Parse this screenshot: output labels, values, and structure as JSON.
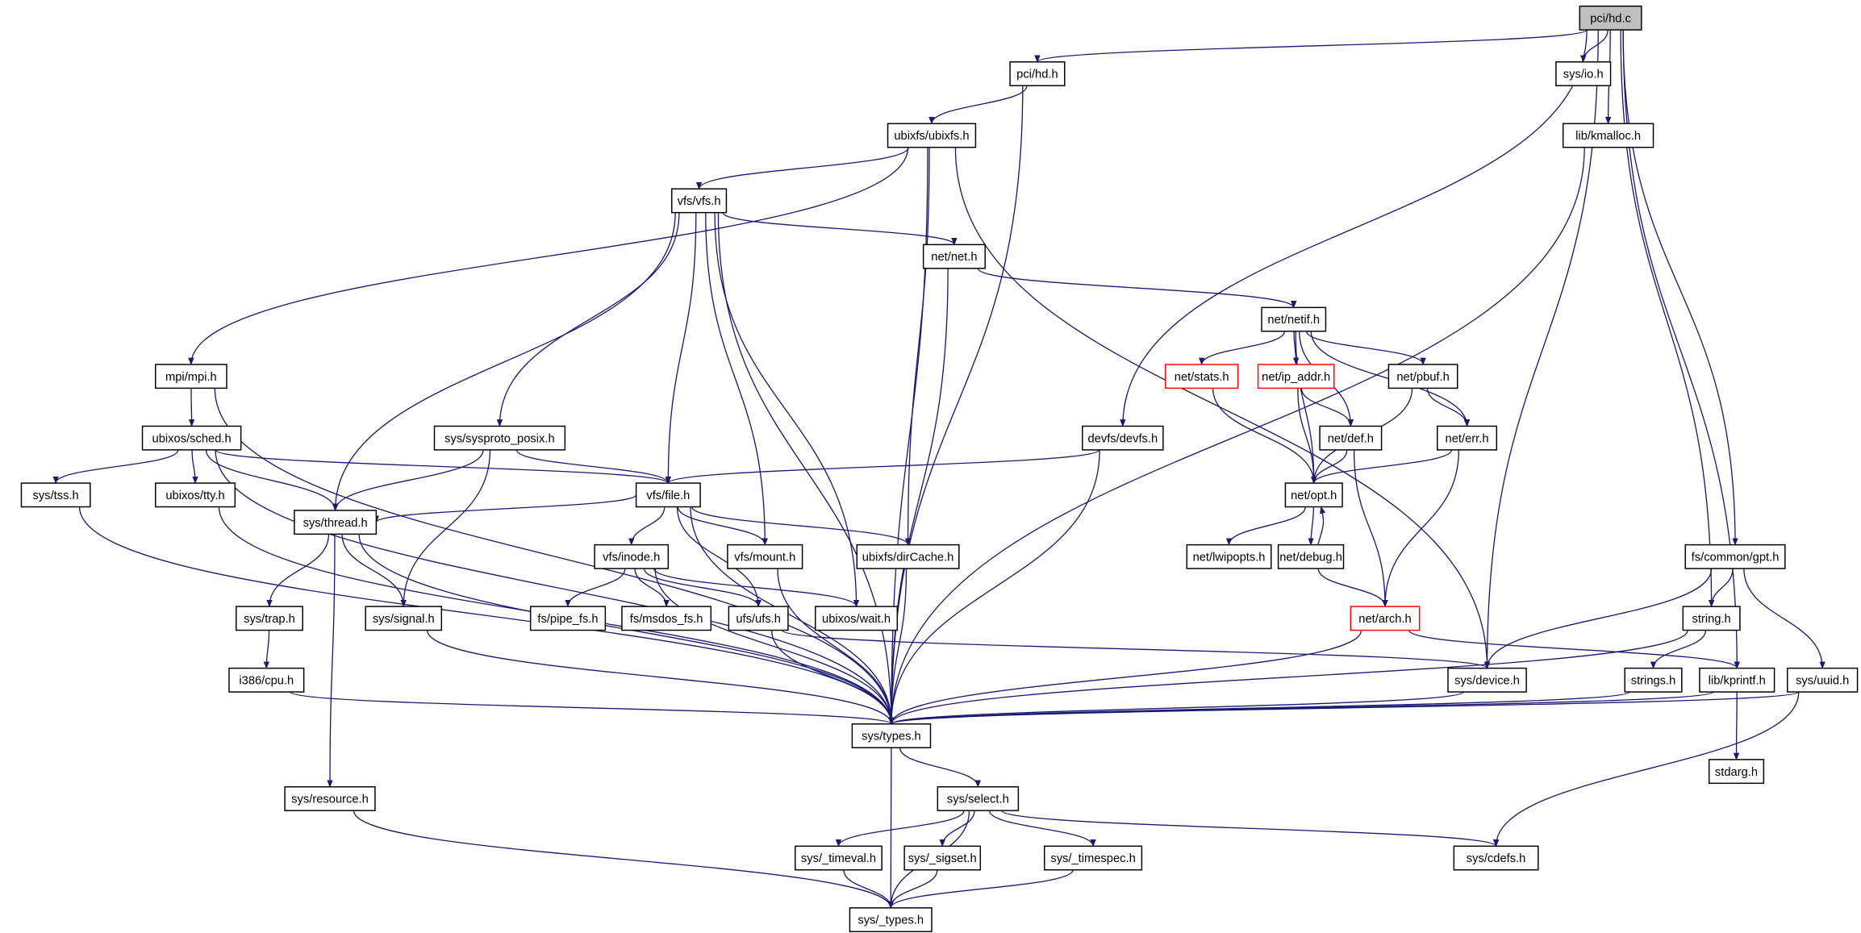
{
  "graph": {
    "edge_color": "#191970",
    "root_fill": "#bfbfbf",
    "nodes": [
      {
        "id": "pci/hd.c",
        "label": "pci/hd.c",
        "root": true,
        "border": "#000000"
      },
      {
        "id": "pci/hd.h",
        "label": "pci/hd.h",
        "border": "#000000"
      },
      {
        "id": "sys/io.h",
        "label": "sys/io.h",
        "border": "#000000"
      },
      {
        "id": "lib/kmalloc.h",
        "label": "lib/kmalloc.h",
        "border": "#000000"
      },
      {
        "id": "ubixfs/ubixfs.h",
        "label": "ubixfs/ubixfs.h",
        "border": "#000000"
      },
      {
        "id": "vfs/vfs.h",
        "label": "vfs/vfs.h",
        "border": "#000000"
      },
      {
        "id": "net/net.h",
        "label": "net/net.h",
        "border": "#000000"
      },
      {
        "id": "net/netif.h",
        "label": "net/netif.h",
        "border": "#000000"
      },
      {
        "id": "mpi/mpi.h",
        "label": "mpi/mpi.h",
        "border": "#000000"
      },
      {
        "id": "net/stats.h",
        "label": "net/stats.h",
        "border": "#ff0000"
      },
      {
        "id": "net/ip_addr.h",
        "label": "net/ip_addr.h",
        "border": "#ff0000"
      },
      {
        "id": "net/pbuf.h",
        "label": "net/pbuf.h",
        "border": "#000000"
      },
      {
        "id": "ubixos/sched.h",
        "label": "ubixos/sched.h",
        "border": "#000000"
      },
      {
        "id": "sys/sysproto_posix.h",
        "label": "sys/sysproto_posix.h",
        "border": "#000000"
      },
      {
        "id": "devfs/devfs.h",
        "label": "devfs/devfs.h",
        "border": "#000000"
      },
      {
        "id": "net/def.h",
        "label": "net/def.h",
        "border": "#000000"
      },
      {
        "id": "net/err.h",
        "label": "net/err.h",
        "border": "#000000"
      },
      {
        "id": "sys/tss.h",
        "label": "sys/tss.h",
        "border": "#000000"
      },
      {
        "id": "ubixos/tty.h",
        "label": "ubixos/tty.h",
        "border": "#000000"
      },
      {
        "id": "vfs/file.h",
        "label": "vfs/file.h",
        "border": "#000000"
      },
      {
        "id": "net/opt.h",
        "label": "net/opt.h",
        "border": "#000000"
      },
      {
        "id": "sys/thread.h",
        "label": "sys/thread.h",
        "border": "#000000"
      },
      {
        "id": "vfs/inode.h",
        "label": "vfs/inode.h",
        "border": "#000000"
      },
      {
        "id": "vfs/mount.h",
        "label": "vfs/mount.h",
        "border": "#000000"
      },
      {
        "id": "ubixfs/dirCache.h",
        "label": "ubixfs/dirCache.h",
        "border": "#000000"
      },
      {
        "id": "net/lwipopts.h",
        "label": "net/lwipopts.h",
        "border": "#000000"
      },
      {
        "id": "net/debug.h",
        "label": "net/debug.h",
        "border": "#000000"
      },
      {
        "id": "fs/common/gpt.h",
        "label": "fs/common/gpt.h",
        "border": "#000000"
      },
      {
        "id": "sys/trap.h",
        "label": "sys/trap.h",
        "border": "#000000"
      },
      {
        "id": "sys/signal.h",
        "label": "sys/signal.h",
        "border": "#000000"
      },
      {
        "id": "fs/pipe_fs.h",
        "label": "fs/pipe_fs.h",
        "border": "#000000"
      },
      {
        "id": "fs/msdos_fs.h",
        "label": "fs/msdos_fs.h",
        "border": "#000000"
      },
      {
        "id": "ufs/ufs.h",
        "label": "ufs/ufs.h",
        "border": "#000000"
      },
      {
        "id": "ubixos/wait.h",
        "label": "ubixos/wait.h",
        "border": "#000000"
      },
      {
        "id": "net/arch.h",
        "label": "net/arch.h",
        "border": "#ff0000"
      },
      {
        "id": "string.h",
        "label": "string.h",
        "border": "#000000"
      },
      {
        "id": "i386/cpu.h",
        "label": "i386/cpu.h",
        "border": "#000000"
      },
      {
        "id": "sys/device.h",
        "label": "sys/device.h",
        "border": "#000000"
      },
      {
        "id": "strings.h",
        "label": "strings.h",
        "border": "#000000"
      },
      {
        "id": "lib/kprintf.h",
        "label": "lib/kprintf.h",
        "border": "#000000"
      },
      {
        "id": "sys/uuid.h",
        "label": "sys/uuid.h",
        "border": "#000000"
      },
      {
        "id": "sys/types.h",
        "label": "sys/types.h",
        "border": "#000000"
      },
      {
        "id": "stdarg.h",
        "label": "stdarg.h",
        "border": "#000000"
      },
      {
        "id": "sys/resource.h",
        "label": "sys/resource.h",
        "border": "#000000"
      },
      {
        "id": "sys/select.h",
        "label": "sys/select.h",
        "border": "#000000"
      },
      {
        "id": "sys/cdefs.h",
        "label": "sys/cdefs.h",
        "border": "#000000"
      },
      {
        "id": "sys/_timeval.h",
        "label": "sys/_timeval.h",
        "border": "#000000"
      },
      {
        "id": "sys/_sigset.h",
        "label": "sys/_sigset.h",
        "border": "#000000"
      },
      {
        "id": "sys/_timespec.h",
        "label": "sys/_timespec.h",
        "border": "#000000"
      },
      {
        "id": "sys/_types.h",
        "label": "sys/_types.h",
        "border": "#000000"
      }
    ],
    "edges": [
      [
        "pci/hd.c",
        "pci/hd.h"
      ],
      [
        "pci/hd.c",
        "sys/io.h"
      ],
      [
        "pci/hd.c",
        "lib/kmalloc.h"
      ],
      [
        "pci/hd.c",
        "devfs/devfs.h"
      ],
      [
        "pci/hd.c",
        "sys/device.h"
      ],
      [
        "pci/hd.c",
        "string.h"
      ],
      [
        "pci/hd.c",
        "fs/common/gpt.h"
      ],
      [
        "pci/hd.c",
        "lib/kprintf.h"
      ],
      [
        "pci/hd.h",
        "ubixfs/ubixfs.h"
      ],
      [
        "pci/hd.h",
        "sys/types.h"
      ],
      [
        "lib/kmalloc.h",
        "sys/types.h"
      ],
      [
        "ubixfs/ubixfs.h",
        "vfs/vfs.h"
      ],
      [
        "ubixfs/ubixfs.h",
        "mpi/mpi.h"
      ],
      [
        "ubixfs/ubixfs.h",
        "ubixfs/dirCache.h"
      ],
      [
        "ubixfs/ubixfs.h",
        "sys/types.h"
      ],
      [
        "ubixfs/ubixfs.h",
        "sys/device.h"
      ],
      [
        "vfs/vfs.h",
        "net/net.h"
      ],
      [
        "vfs/vfs.h",
        "sys/thread.h"
      ],
      [
        "vfs/vfs.h",
        "sys/sysproto_posix.h"
      ],
      [
        "vfs/vfs.h",
        "vfs/file.h"
      ],
      [
        "vfs/vfs.h",
        "vfs/mount.h"
      ],
      [
        "vfs/vfs.h",
        "ubixos/wait.h"
      ],
      [
        "vfs/vfs.h",
        "sys/types.h"
      ],
      [
        "net/net.h",
        "net/netif.h"
      ],
      [
        "net/net.h",
        "sys/types.h"
      ],
      [
        "net/netif.h",
        "net/stats.h"
      ],
      [
        "net/netif.h",
        "net/ip_addr.h"
      ],
      [
        "net/netif.h",
        "net/pbuf.h"
      ],
      [
        "net/netif.h",
        "net/def.h"
      ],
      [
        "net/netif.h",
        "net/err.h"
      ],
      [
        "net/netif.h",
        "net/opt.h"
      ],
      [
        "net/stats.h",
        "net/opt.h"
      ],
      [
        "net/ip_addr.h",
        "net/def.h"
      ],
      [
        "net/ip_addr.h",
        "net/opt.h"
      ],
      [
        "net/pbuf.h",
        "net/err.h"
      ],
      [
        "net/pbuf.h",
        "net/opt.h"
      ],
      [
        "net/def.h",
        "net/opt.h"
      ],
      [
        "net/def.h",
        "net/arch.h"
      ],
      [
        "net/err.h",
        "net/opt.h"
      ],
      [
        "net/err.h",
        "net/arch.h"
      ],
      [
        "net/opt.h",
        "net/lwipopts.h"
      ],
      [
        "net/opt.h",
        "net/debug.h"
      ],
      [
        "net/debug.h",
        "net/opt.h"
      ],
      [
        "net/debug.h",
        "net/arch.h"
      ],
      [
        "net/arch.h",
        "sys/types.h"
      ],
      [
        "net/arch.h",
        "lib/kprintf.h"
      ],
      [
        "mpi/mpi.h",
        "ubixos/sched.h"
      ],
      [
        "mpi/mpi.h",
        "sys/types.h"
      ],
      [
        "ubixos/sched.h",
        "sys/tss.h"
      ],
      [
        "ubixos/sched.h",
        "ubixos/tty.h"
      ],
      [
        "ubixos/sched.h",
        "sys/thread.h"
      ],
      [
        "ubixos/sched.h",
        "vfs/file.h"
      ],
      [
        "ubixos/sched.h",
        "sys/types.h"
      ],
      [
        "sys/sysproto_posix.h",
        "sys/thread.h"
      ],
      [
        "sys/sysproto_posix.h",
        "sys/signal.h"
      ],
      [
        "sys/sysproto_posix.h",
        "vfs/file.h"
      ],
      [
        "devfs/devfs.h",
        "vfs/file.h"
      ],
      [
        "devfs/devfs.h",
        "sys/types.h"
      ],
      [
        "sys/tss.h",
        "sys/types.h"
      ],
      [
        "ubixos/tty.h",
        "sys/types.h"
      ],
      [
        "vfs/file.h",
        "sys/thread.h"
      ],
      [
        "vfs/file.h",
        "vfs/inode.h"
      ],
      [
        "vfs/file.h",
        "vfs/mount.h"
      ],
      [
        "vfs/file.h",
        "ubixfs/dirCache.h"
      ],
      [
        "vfs/file.h",
        "ufs/ufs.h"
      ],
      [
        "vfs/file.h",
        "sys/types.h"
      ],
      [
        "sys/thread.h",
        "sys/trap.h"
      ],
      [
        "sys/thread.h",
        "sys/signal.h"
      ],
      [
        "sys/thread.h",
        "sys/resource.h"
      ],
      [
        "sys/thread.h",
        "sys/types.h"
      ],
      [
        "vfs/inode.h",
        "fs/pipe_fs.h"
      ],
      [
        "vfs/inode.h",
        "fs/msdos_fs.h"
      ],
      [
        "vfs/inode.h",
        "ufs/ufs.h"
      ],
      [
        "vfs/inode.h",
        "ubixos/wait.h"
      ],
      [
        "vfs/inode.h",
        "sys/types.h"
      ],
      [
        "vfs/mount.h",
        "sys/types.h"
      ],
      [
        "ubixfs/dirCache.h",
        "sys/types.h"
      ],
      [
        "ufs/ufs.h",
        "sys/types.h"
      ],
      [
        "ufs/ufs.h",
        "sys/device.h"
      ],
      [
        "sys/trap.h",
        "i386/cpu.h"
      ],
      [
        "i386/cpu.h",
        "sys/types.h"
      ],
      [
        "sys/signal.h",
        "sys/types.h"
      ],
      [
        "fs/common/gpt.h",
        "sys/device.h"
      ],
      [
        "fs/common/gpt.h",
        "string.h"
      ],
      [
        "fs/common/gpt.h",
        "sys/uuid.h"
      ],
      [
        "string.h",
        "strings.h"
      ],
      [
        "string.h",
        "sys/types.h"
      ],
      [
        "sys/device.h",
        "sys/types.h"
      ],
      [
        "strings.h",
        "sys/types.h"
      ],
      [
        "lib/kprintf.h",
        "sys/types.h"
      ],
      [
        "lib/kprintf.h",
        "stdarg.h"
      ],
      [
        "sys/uuid.h",
        "sys/types.h"
      ],
      [
        "sys/uuid.h",
        "sys/cdefs.h"
      ],
      [
        "sys/types.h",
        "sys/select.h"
      ],
      [
        "sys/types.h",
        "sys/_types.h"
      ],
      [
        "sys/select.h",
        "sys/_timeval.h"
      ],
      [
        "sys/select.h",
        "sys/_sigset.h"
      ],
      [
        "sys/select.h",
        "sys/_timespec.h"
      ],
      [
        "sys/select.h",
        "sys/cdefs.h"
      ],
      [
        "sys/select.h",
        "sys/_types.h"
      ],
      [
        "sys/_timeval.h",
        "sys/_types.h"
      ],
      [
        "sys/_sigset.h",
        "sys/_types.h"
      ],
      [
        "sys/_timespec.h",
        "sys/_types.h"
      ],
      [
        "sys/resource.h",
        "sys/_types.h"
      ]
    ]
  }
}
